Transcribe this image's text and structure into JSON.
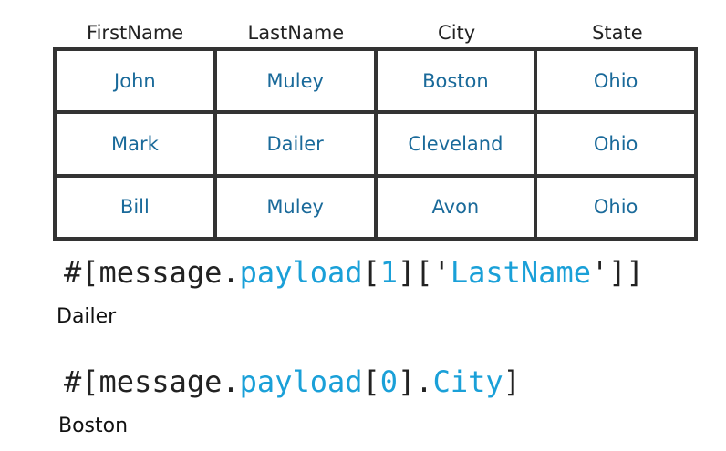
{
  "table": {
    "headers": [
      "FirstName",
      "LastName",
      "City",
      "State"
    ],
    "rows": [
      [
        "John",
        "Muley",
        "Boston",
        "Ohio"
      ],
      [
        "Mark",
        "Dailer",
        "Cleveland",
        "Ohio"
      ],
      [
        "Bill",
        "Muley",
        "Avon",
        "Ohio"
      ]
    ]
  },
  "expressions": [
    {
      "open": "#[message.",
      "payload": "payload",
      "bracket_open": "[",
      "index": "1",
      "bracket_close_open": "]['",
      "key": "LastName",
      "close": "']]",
      "result": "Dailer"
    },
    {
      "open": "#[message.",
      "payload": "payload",
      "bracket_open": "[",
      "index": "0",
      "bracket_close_dot": "].",
      "key": "City",
      "close": "]",
      "result": "Boston"
    }
  ],
  "colors": {
    "cell_text": "#1a6a9a",
    "keyword": "#1aa0d8",
    "border": "#333333"
  }
}
